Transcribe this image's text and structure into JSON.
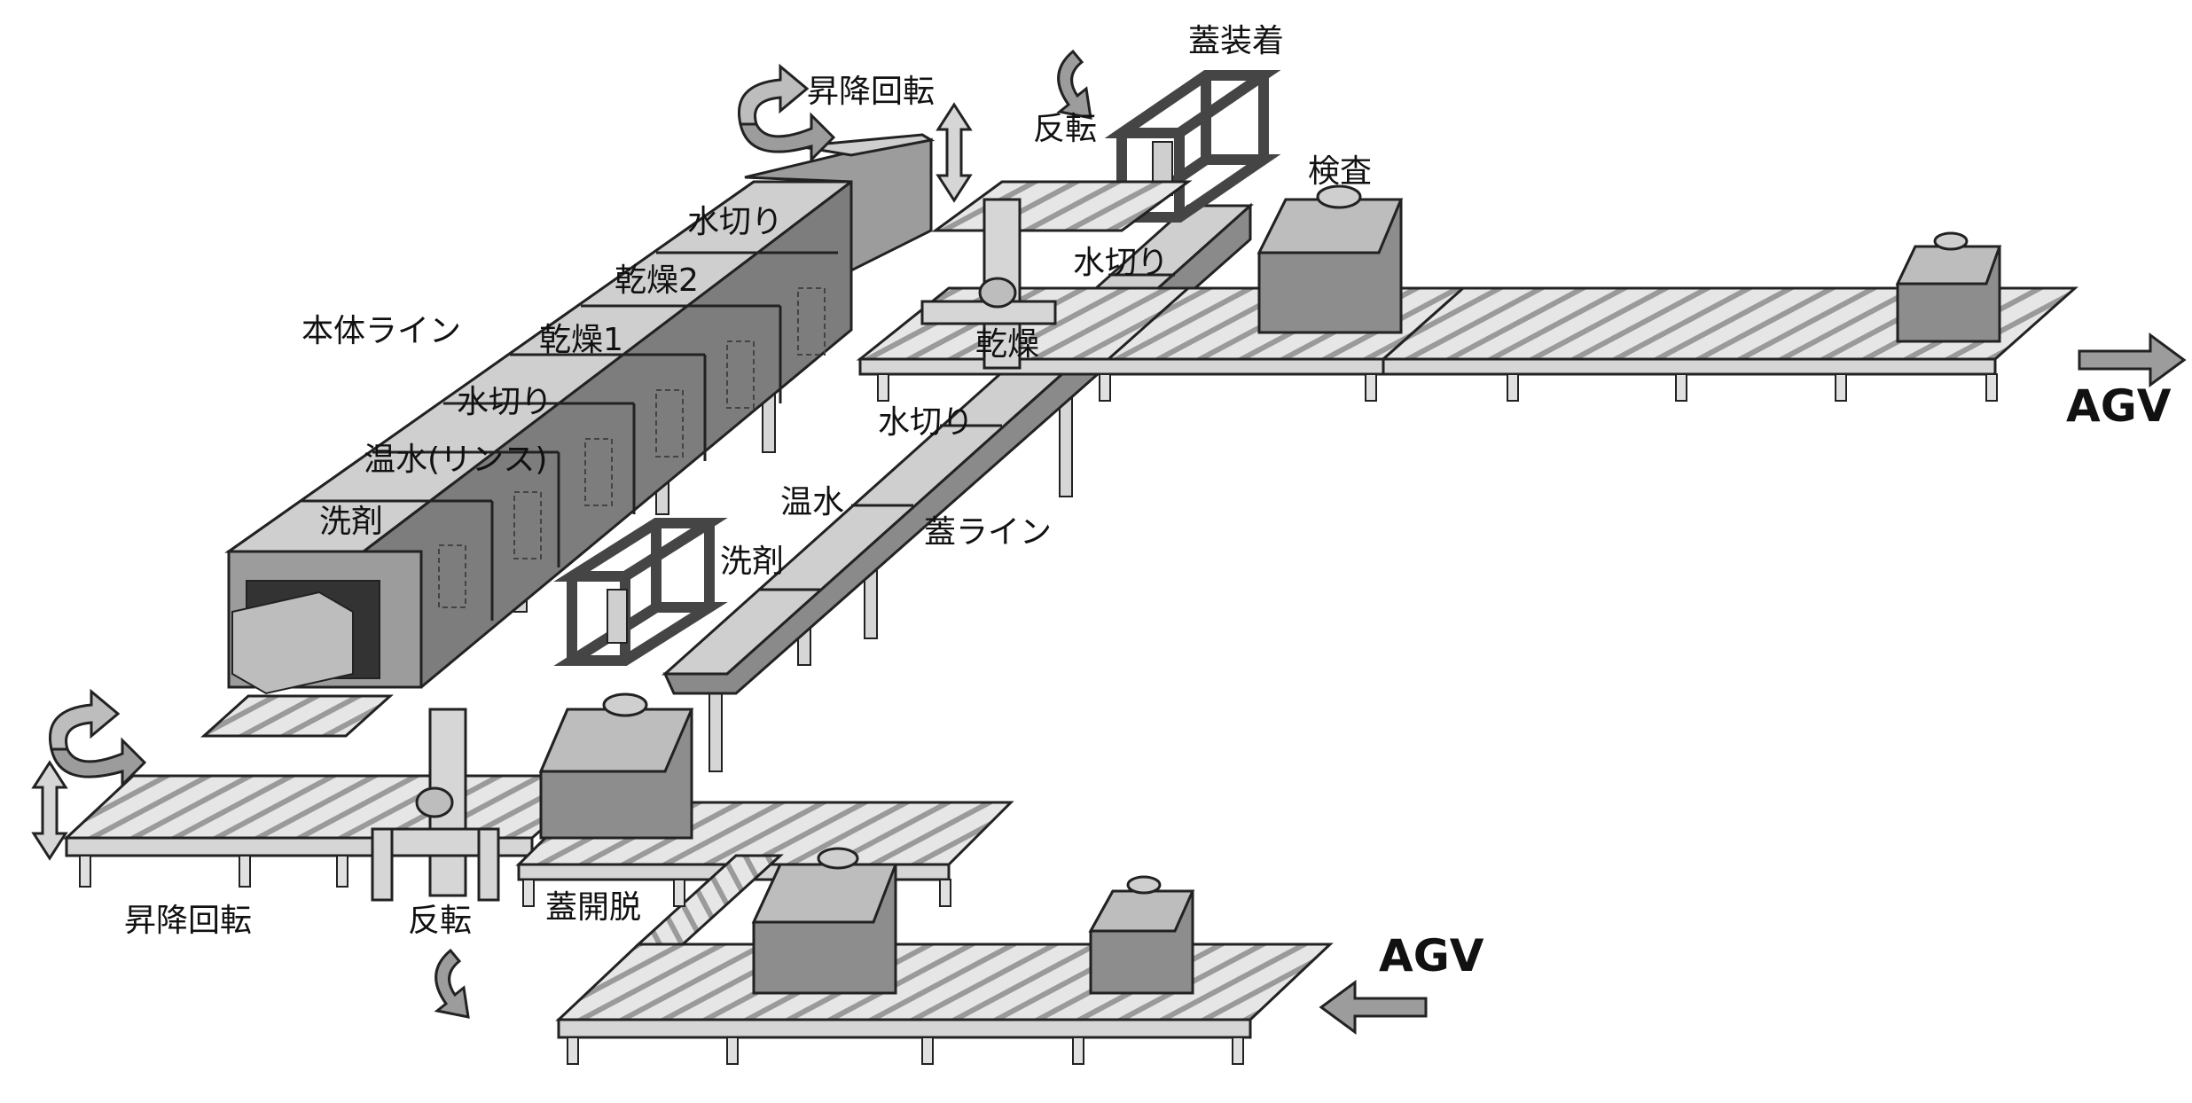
{
  "labels": {
    "main_line": "本体ライン",
    "lid_line": "蓋ライン",
    "lid_attach": "蓋装着",
    "inspection": "検査",
    "lift_rotate_top": "昇降回転",
    "lift_rotate_bottom": "昇降回転",
    "flip_top": "反転",
    "flip_bottom": "反転",
    "lid_remove": "蓋開脱",
    "agv_out": "AGV",
    "agv_in": "AGV"
  },
  "main_stations": [
    "洗剤",
    "温水(リンス)",
    "水切り",
    "乾燥1",
    "乾燥2",
    "水切り"
  ],
  "lid_stations": [
    "洗剤",
    "温水",
    "水切り",
    "乾燥",
    "水切り"
  ],
  "colors": {
    "box_top": "#cfcfcf",
    "box_front": "#9c9c9c",
    "box_side": "#7d7d7d",
    "frame": "#454545",
    "conveyor": "#dcdcdc",
    "outline": "#222222"
  },
  "icons": [
    "rotate-arrow-icon",
    "vertical-arrow-icon",
    "flip-arrow-icon",
    "right-arrow-icon",
    "left-arrow-icon"
  ]
}
